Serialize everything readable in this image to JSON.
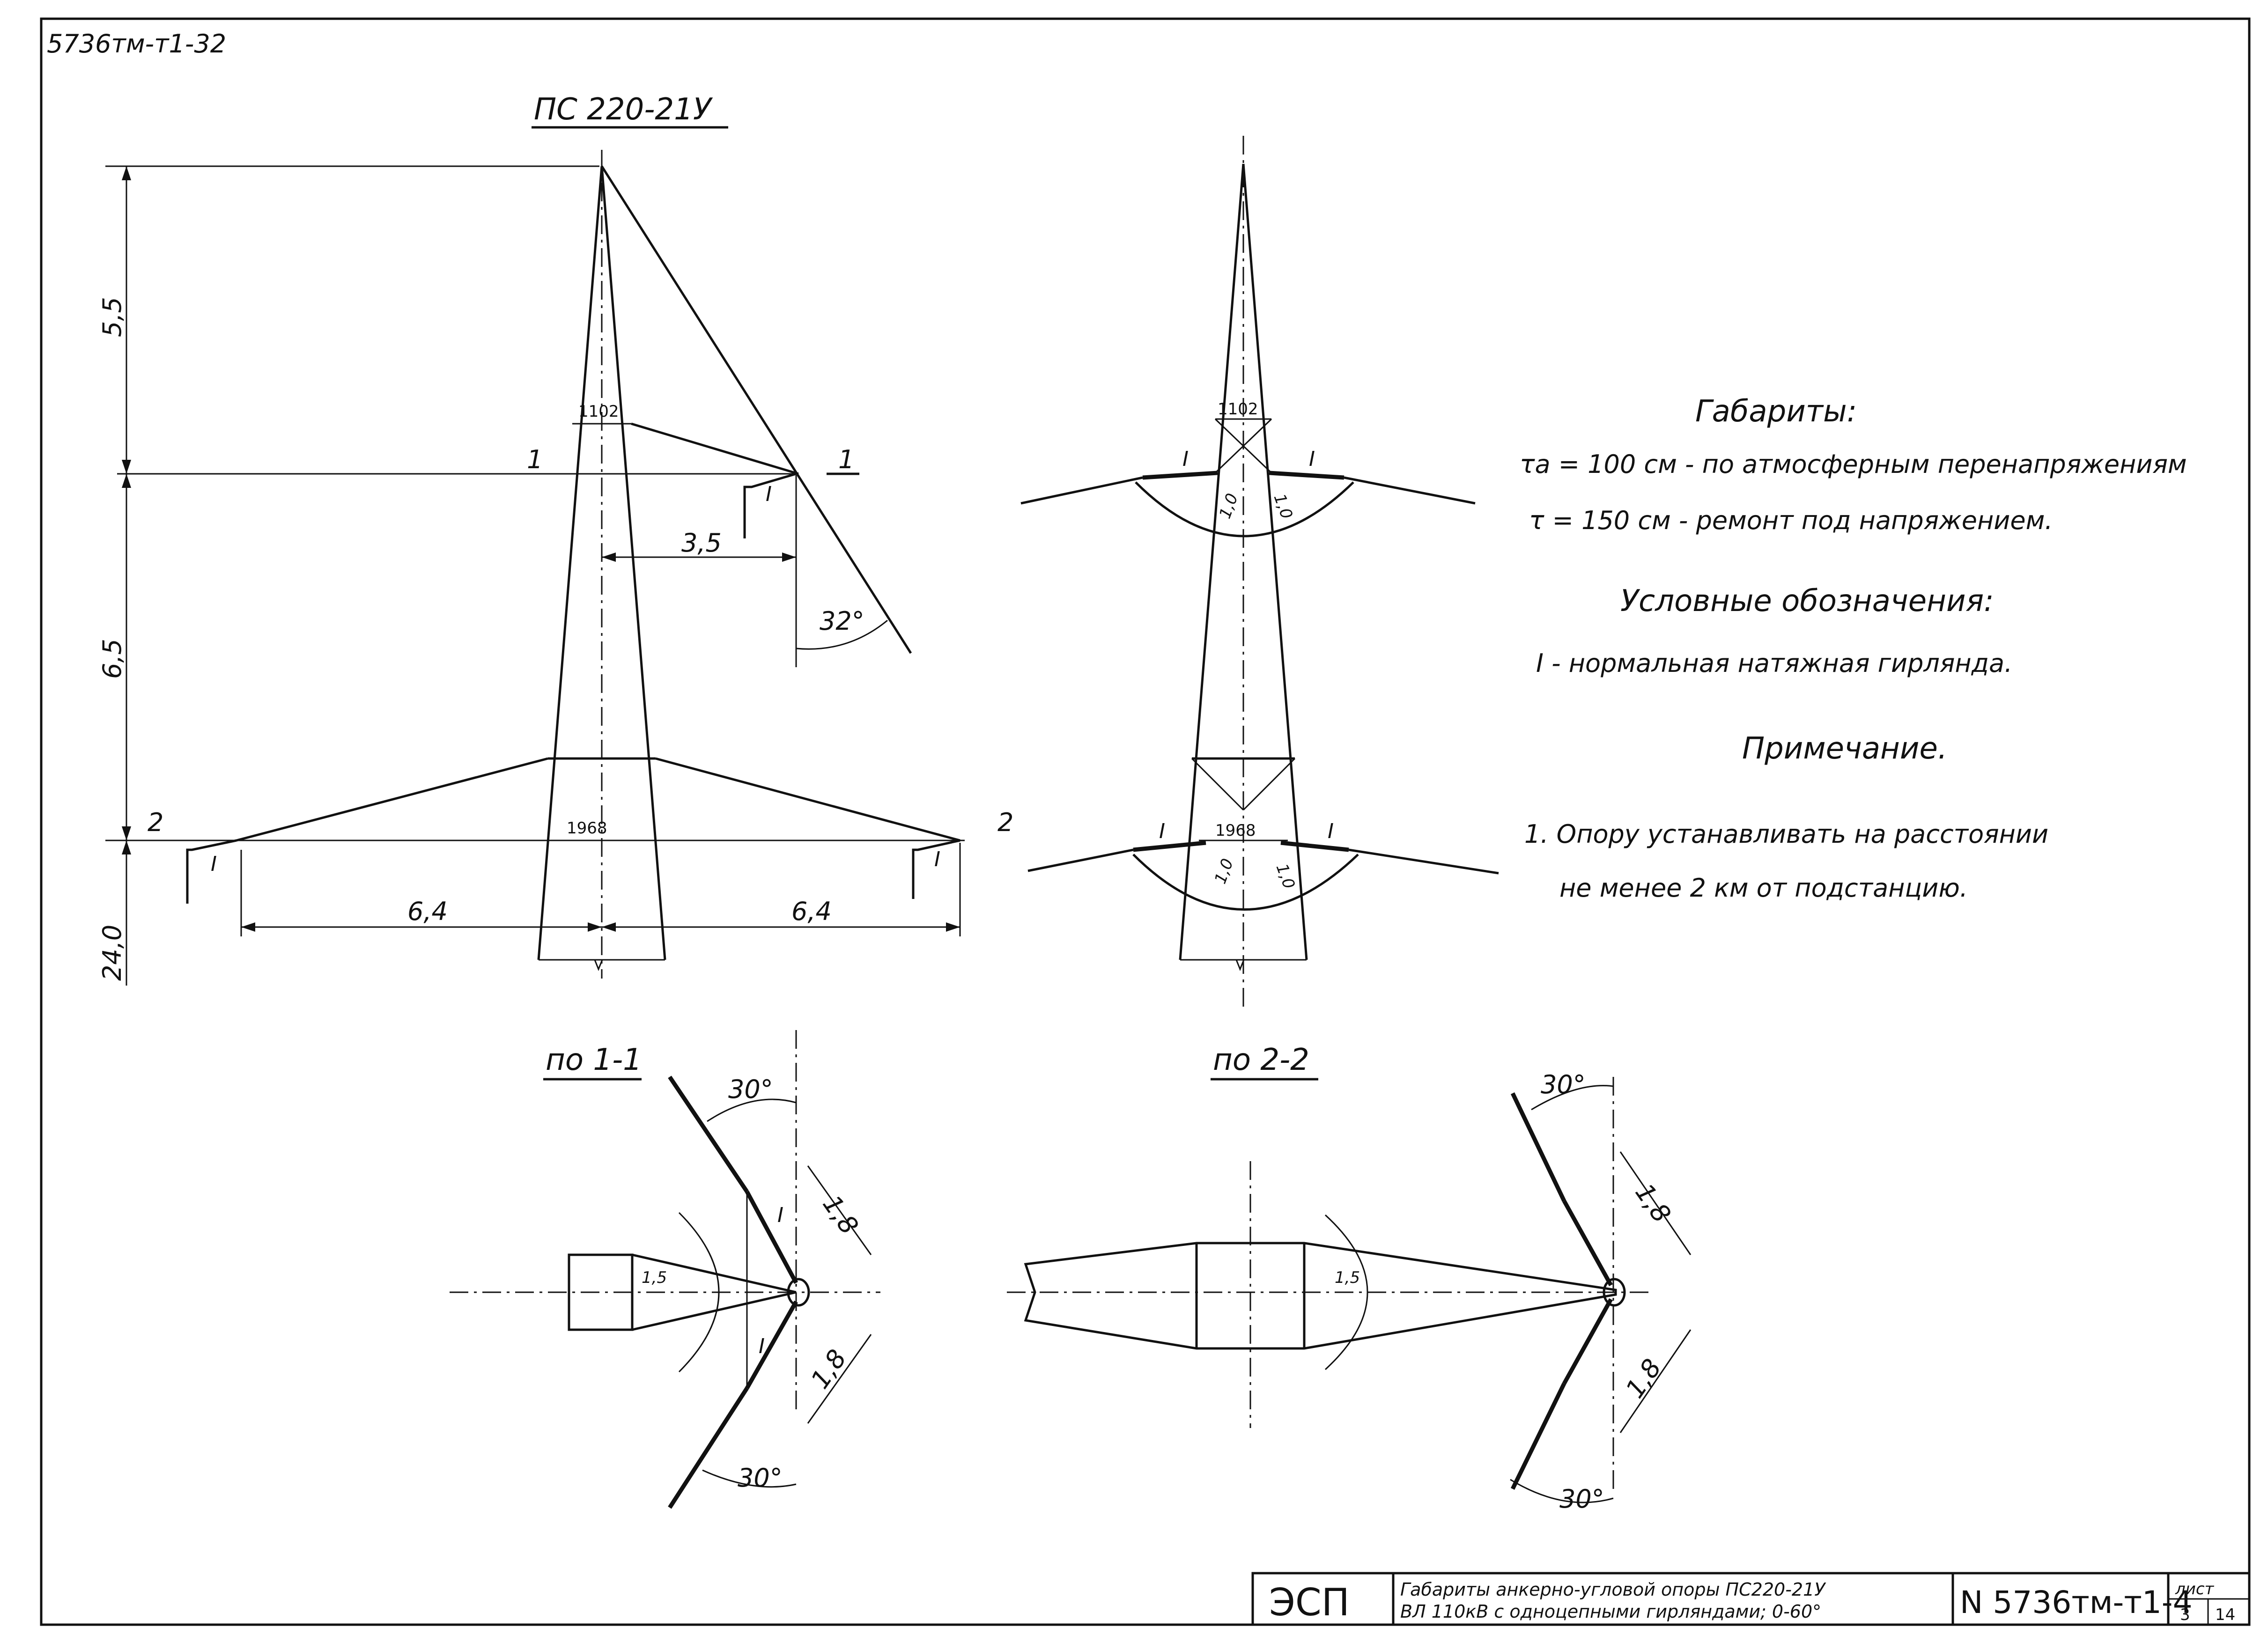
{
  "sheet": {
    "corner_code": "5736тм-т1-32",
    "title": "ПС 220-21У"
  },
  "front_view": {
    "dim_top": "5,5",
    "dim_mid": "6,5",
    "dim_bottom": "24,0",
    "upper_width": "1102",
    "lower_width": "1968",
    "arm_reach": "3,5",
    "angle": "32°",
    "left_span": "6,4",
    "right_span": "6,4",
    "section1_left": "1",
    "section1_right": "1",
    "section2_left": "2",
    "insulator_mark": "I"
  },
  "side_view": {
    "upper_width": "1102",
    "lower_width": "1968",
    "section2_label": "2",
    "insulator_mark": "I",
    "radius_label": "1,0"
  },
  "notes": {
    "gabarity_title": "Габариты:",
    "line1": "τa = 100 см - по атмосферным перенапряжениям",
    "line2": "τ = 150 см - ремонт под напряжением.",
    "legend_title": "Условные обозначения:",
    "legend_line": "I - нормальная натяжная гирлянда.",
    "remark_title": "Примечание.",
    "remark_line1": "1. Опору устанавливать на расстоянии",
    "remark_line2": "не менее 2 км от подстанцию."
  },
  "section1": {
    "title": "по 1-1",
    "angle_top": "30°",
    "angle_bottom": "30°",
    "dim_top": "1,8",
    "dim_bottom": "1,8",
    "radius": "1,5",
    "insulator_mark": "I"
  },
  "section2": {
    "title": "по 2-2",
    "angle_top": "30°",
    "angle_bottom": "30°",
    "dim_top": "1,8",
    "dim_bottom": "1,8",
    "radius": "1,5"
  },
  "stamp": {
    "org": "ЭСП",
    "description_line1": "Габариты анкерно-угловой опоры ПС220-21У",
    "description_line2": "ВЛ 110кВ с одноцепными гирляндами; 0-60°",
    "doc_number": "N 5736тм-т1-4",
    "sheet_label": "лист",
    "sheet_no": "3",
    "sheet_total": "14"
  }
}
